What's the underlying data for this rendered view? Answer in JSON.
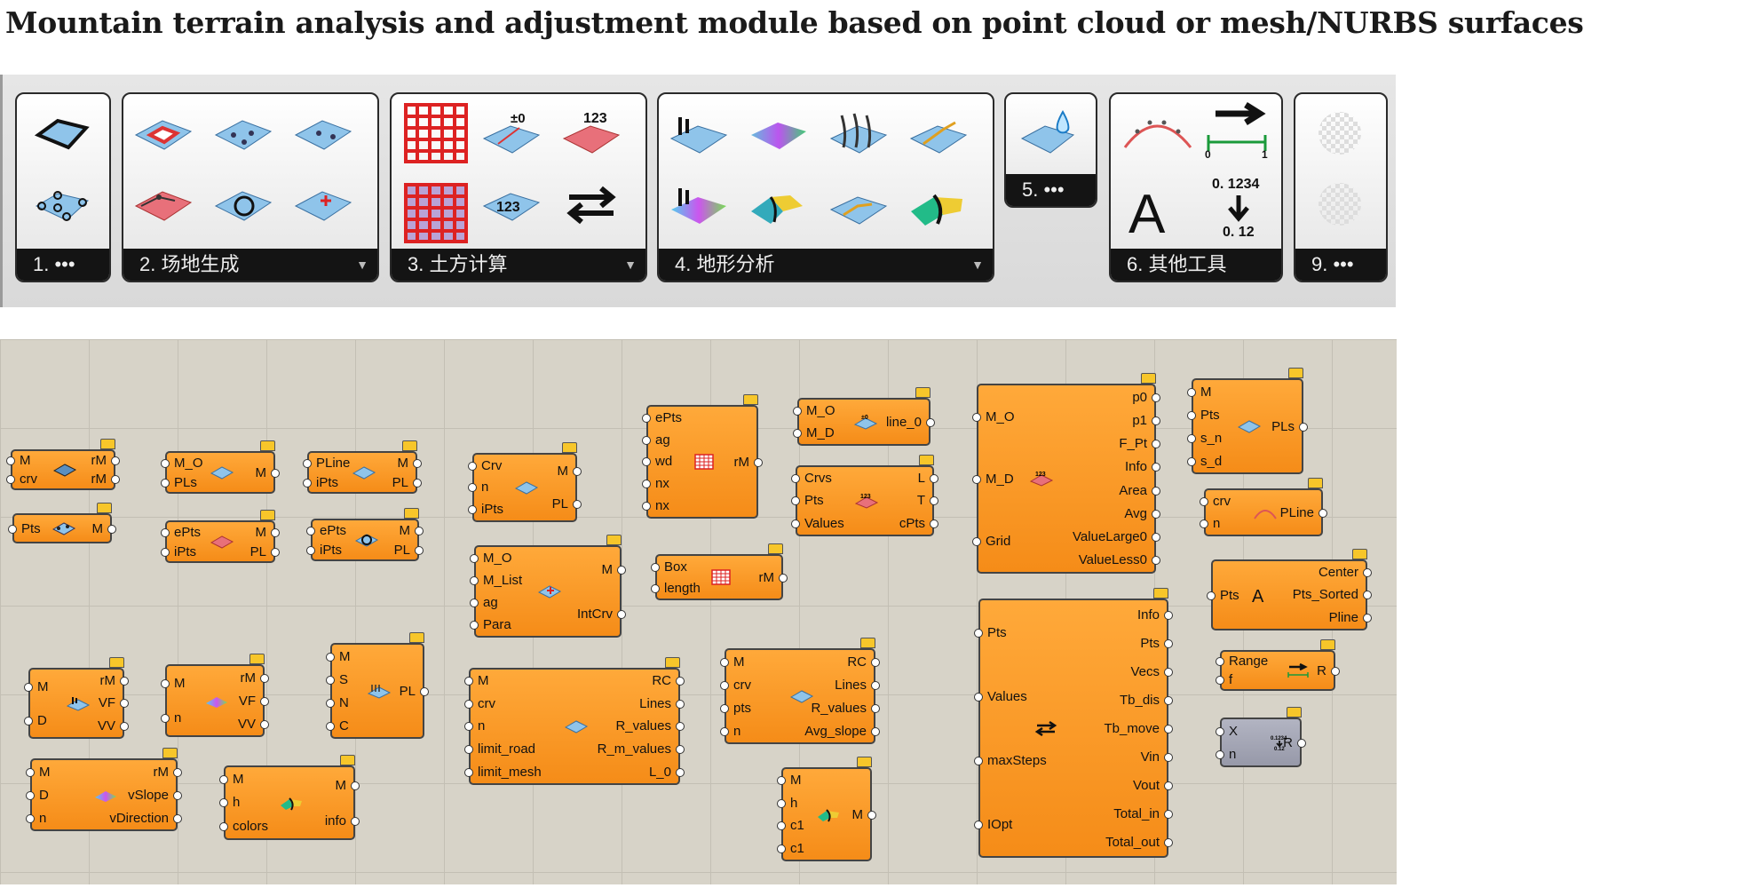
{
  "title": "Mountain terrain analysis and adjustment module based on point cloud or mesh/NURBS surfaces",
  "toolbar": {
    "panels": [
      {
        "label": "1. •••"
      },
      {
        "label": "2. 场地生成"
      },
      {
        "label": "3. 土方计算"
      },
      {
        "label": "4. 地形分析"
      },
      {
        "label": "5. •••"
      },
      {
        "label": "6. 其他工具"
      },
      {
        "label": "9. •••"
      }
    ],
    "icon_texts": {
      "pm0": "±0",
      "n123": "123",
      "n123b": "123",
      "a": "A",
      "dec": "0. 1234",
      "dec2": "0. 12",
      "zero": "0",
      "one": "1"
    }
  },
  "nodes": [
    {
      "in": [
        "M",
        "crv"
      ],
      "out": [
        "rM",
        "rM"
      ]
    },
    {
      "in": [
        "Pts"
      ],
      "out": [
        "M"
      ]
    },
    {
      "in": [
        "M_O",
        "PLs"
      ],
      "out": [
        "M"
      ]
    },
    {
      "in": [
        "ePts",
        "iPts"
      ],
      "out": [
        "M",
        "PL"
      ]
    },
    {
      "in": [
        "PLine",
        "iPts"
      ],
      "out": [
        "M",
        "PL"
      ]
    },
    {
      "in": [
        "ePts",
        "iPts"
      ],
      "out": [
        "M",
        "PL"
      ]
    },
    {
      "in": [
        "Crv",
        "n",
        "iPts"
      ],
      "out": [
        "M",
        "PL"
      ]
    },
    {
      "in": [
        "M_O",
        "M_List",
        "ag",
        "Para"
      ],
      "out": [
        "M",
        "IntCrv"
      ]
    },
    {
      "in": [
        "ePts",
        "ag",
        "wd",
        "nx",
        "nx"
      ],
      "out": [
        "rM"
      ]
    },
    {
      "in": [
        "Box",
        "length"
      ],
      "out": [
        "rM"
      ]
    },
    {
      "in": [
        "M_O",
        "M_D"
      ],
      "out": [
        "line_0"
      ]
    },
    {
      "in": [
        "Crvs",
        "Pts",
        "Values"
      ],
      "out": [
        "L",
        "T",
        "cPts"
      ]
    },
    {
      "in": [
        "M_O",
        "M_D",
        "Grid"
      ],
      "out": [
        "p0",
        "p1",
        "F_Pt",
        "Info",
        "Area",
        "Avg",
        "ValueLarge0",
        "ValueLess0"
      ]
    },
    {
      "in": [
        "M",
        "Pts",
        "s_n",
        "s_d"
      ],
      "out": [
        "PLs"
      ]
    },
    {
      "in": [
        "crv",
        "n"
      ],
      "out": [
        "PLine"
      ]
    },
    {
      "in": [
        "Pts"
      ],
      "out": [
        "Center",
        "Pts_Sorted",
        "Pline"
      ]
    },
    {
      "in": [
        "Range",
        "f"
      ],
      "out": [
        "R"
      ]
    },
    {
      "in": [
        "X",
        "n"
      ],
      "out": [
        "R"
      ]
    },
    {
      "in": [
        "M",
        "D"
      ],
      "out": [
        "rM",
        "VF",
        "VV"
      ]
    },
    {
      "in": [
        "M",
        "n"
      ],
      "out": [
        "rM",
        "VF",
        "VV"
      ]
    },
    {
      "in": [
        "M",
        "S",
        "N",
        "C"
      ],
      "out": [
        "PL"
      ]
    },
    {
      "in": [
        "M",
        "crv",
        "n",
        "limit_road",
        "limit_mesh"
      ],
      "out": [
        "RC",
        "Lines",
        "R_values",
        "R_m_values",
        "L_0"
      ]
    },
    {
      "in": [
        "M",
        "crv",
        "pts",
        "n"
      ],
      "out": [
        "RC",
        "Lines",
        "R_values",
        "Avg_slope"
      ]
    },
    {
      "in": [
        "Pts",
        "Values",
        "maxSteps",
        "IOpt"
      ],
      "out": [
        "Info",
        "Pts",
        "Vecs",
        "Tb_dis",
        "Tb_move",
        "Vin",
        "Vout",
        "Total_in",
        "Total_out"
      ]
    },
    {
      "in": [
        "M",
        "D",
        "n"
      ],
      "out": [
        "rM",
        "vSlope",
        "vDirection"
      ]
    },
    {
      "in": [
        "M",
        "h",
        "colors"
      ],
      "out": [
        "M",
        "info"
      ]
    },
    {
      "in": [
        "M",
        "h",
        "c1",
        "c1"
      ],
      "out": [
        "M"
      ]
    }
  ]
}
